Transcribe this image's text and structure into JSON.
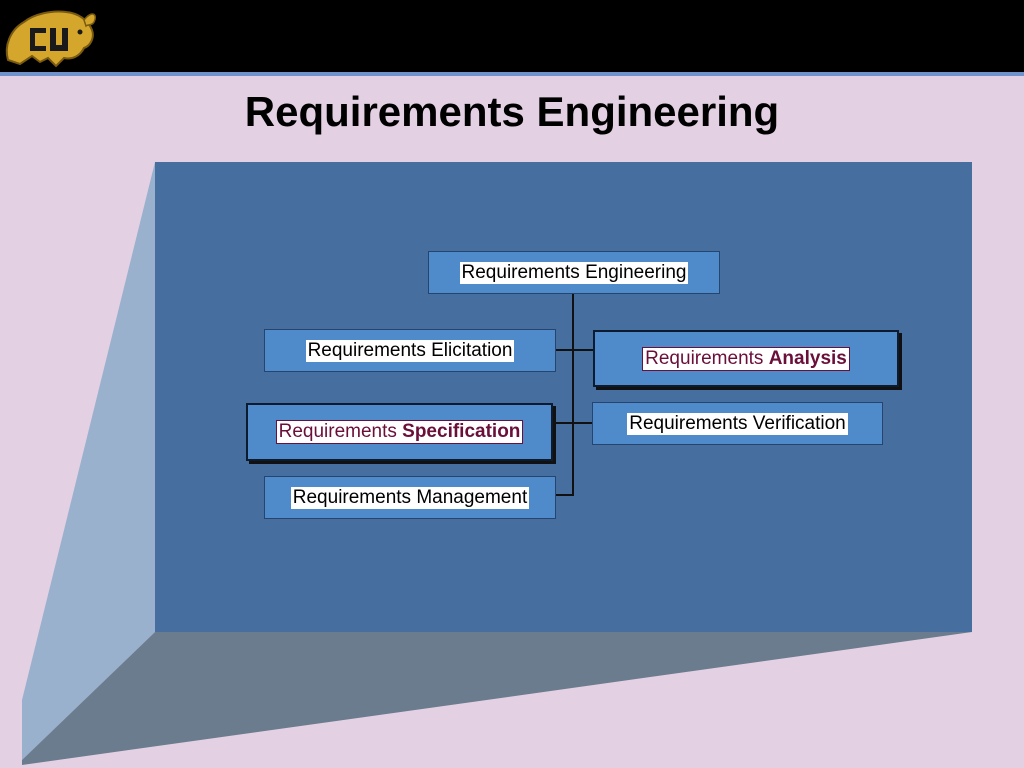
{
  "slide": {
    "title": "Requirements Engineering"
  },
  "diagram": {
    "root": "Requirements Engineering",
    "elicitation": "Requirements Elicitation",
    "analysis": {
      "prefix": "Requirements ",
      "emphasis": "Analysis"
    },
    "specification": {
      "prefix": "Requirements ",
      "emphasis": "Specification"
    },
    "verification": "Requirements Verification",
    "management": "Requirements Management"
  },
  "colors": {
    "background": "#e3d0e3",
    "panel": "#466f9f",
    "box": "#4f8acb",
    "highlight_text": "#6a0f3a",
    "logo_gold": "#d4a72c"
  }
}
